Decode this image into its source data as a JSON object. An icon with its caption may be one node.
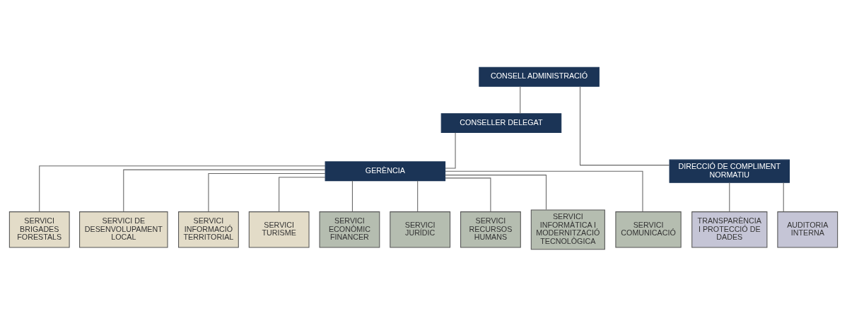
{
  "diagram": {
    "nodes": [
      {
        "text": [
          "CONSELL ADMINISTRACIÓ"
        ]
      },
      {
        "text": [
          "CONSELLER DELEGAT"
        ]
      },
      {
        "text": [
          "GERÈNCIA"
        ]
      },
      {
        "text": [
          "DIRECCIÓ DE COMPLIMENT NORMATIU"
        ]
      },
      {
        "text": [
          "SERVICI BRIGADES FORESTALS"
        ]
      },
      {
        "text": [
          "SERVICI DE DESENVOLUPAMENT LOCAL"
        ]
      },
      {
        "text": [
          "SERVICI INFORMACIÓ TERRITORIAL"
        ]
      },
      {
        "text": [
          "SERVICI TURISME"
        ]
      },
      {
        "text": [
          "SERVICI ECONÒMIC FINANCER"
        ]
      },
      {
        "text": [
          "SERVICI JURÍDIC"
        ]
      },
      {
        "text": [
          "SERVICI RECURSOS HUMANS"
        ]
      },
      {
        "text": [
          "SERVICI INFORMÀTICA I MODERNITZACIÓ TECNOLÒGICA"
        ]
      },
      {
        "text": [
          "SERVICI COMUNICACIÓ"
        ]
      },
      {
        "text": [
          "TRANSPARÈNCIA I PROTECCIÓ DE DADES"
        ]
      },
      {
        "text": [
          "AUDITORIA INTERNA"
        ]
      }
    ],
    "edges": [
      {
        "from": 0,
        "to": 1,
        "arrow": "none"
      },
      {
        "from": 0,
        "to": 3,
        "arrow": "none"
      },
      {
        "from": 1,
        "to": 2,
        "arrow": "none"
      },
      {
        "from": 2,
        "to": 4,
        "arrow": "none"
      },
      {
        "from": 2,
        "to": 5,
        "arrow": "none"
      },
      {
        "from": 2,
        "to": 6,
        "arrow": "none"
      },
      {
        "from": 2,
        "to": 7,
        "arrow": "none"
      },
      {
        "from": 2,
        "to": 8,
        "arrow": "none"
      },
      {
        "from": 2,
        "to": 9,
        "arrow": "none"
      },
      {
        "from": 2,
        "to": 10,
        "arrow": "none"
      },
      {
        "from": 2,
        "to": 11,
        "arrow": "none"
      },
      {
        "from": 2,
        "to": 12,
        "arrow": "none"
      },
      {
        "from": 3,
        "to": 13,
        "arrow": "none"
      },
      {
        "from": 3,
        "to": 14,
        "arrow": "none"
      }
    ]
  }
}
